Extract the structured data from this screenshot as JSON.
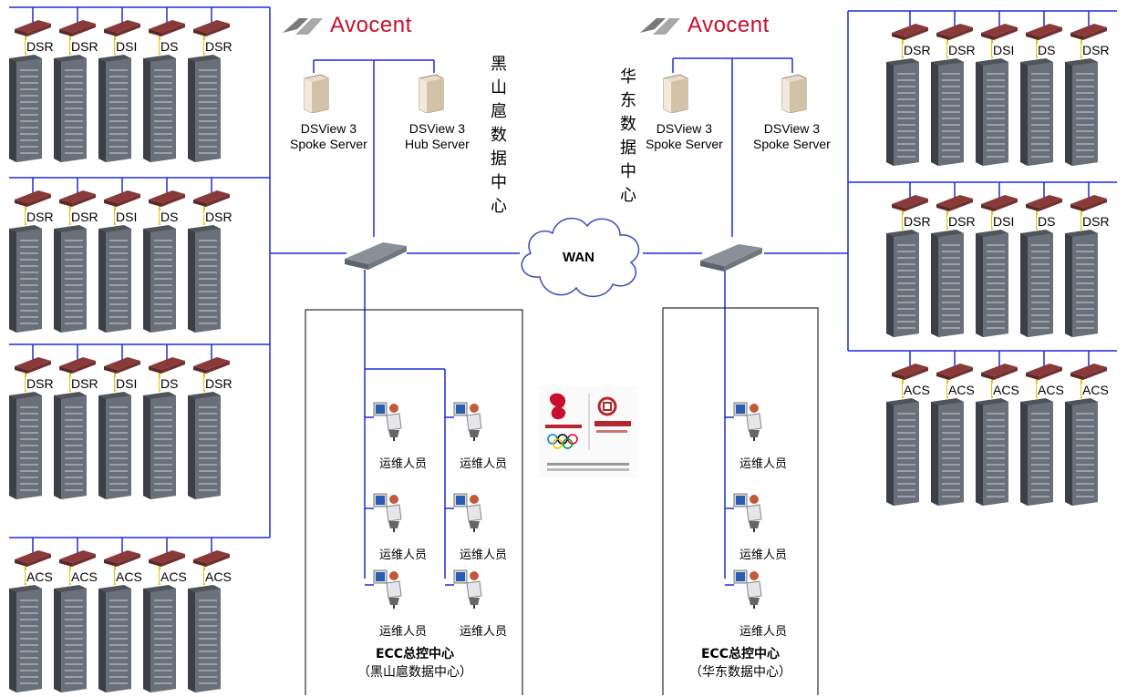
{
  "brand": {
    "name": "Avocent",
    "color": "#c8102e"
  },
  "sites": {
    "left": {
      "name_vertical": [
        "黑",
        "山",
        "扈",
        "数",
        "据",
        "中",
        "心"
      ],
      "ecc_line1": "ECC总控中心",
      "ecc_line2": "（黑山扈数据中心）"
    },
    "right": {
      "name_vertical": [
        "华",
        "东",
        "数",
        "据",
        "中",
        "心"
      ],
      "ecc_line1": "ECC总控中心",
      "ecc_line2": "（华东数据中心）"
    }
  },
  "servers": {
    "left_spoke": {
      "line1": "DSView 3",
      "line2": "Spoke Server"
    },
    "left_hub": {
      "line1": "DSView 3",
      "line2": "Hub Server"
    },
    "right_spoke1": {
      "line1": "DSView 3",
      "line2": "Spoke Server"
    },
    "right_spoke2": {
      "line1": "DSView 3",
      "line2": "Spoke Server"
    }
  },
  "wan_label": "WAN",
  "rack_groups": {
    "left_row1": [
      "DSR",
      "DSR",
      "DSI",
      "DS",
      "DSR"
    ],
    "left_row2": [
      "DSR",
      "DSR",
      "DSI",
      "DS",
      "DSR"
    ],
    "left_row3": [
      "DSR",
      "DSR",
      "DSI",
      "DS",
      "DSR"
    ],
    "left_row4": [
      "ACS",
      "ACS",
      "ACS",
      "ACS",
      "ACS"
    ],
    "right_row1": [
      "DSR",
      "DSR",
      "DSI",
      "DS",
      "DSR"
    ],
    "right_row2": [
      "DSR",
      "DSR",
      "DSI",
      "DS",
      "DSR"
    ],
    "right_row3": [
      "ACS",
      "ACS",
      "ACS",
      "ACS",
      "ACS"
    ]
  },
  "operator_label": "运维人员",
  "colors": {
    "line": "#1f2bd6",
    "rack": "#5a5f66",
    "logo_red": "#c8102e"
  }
}
